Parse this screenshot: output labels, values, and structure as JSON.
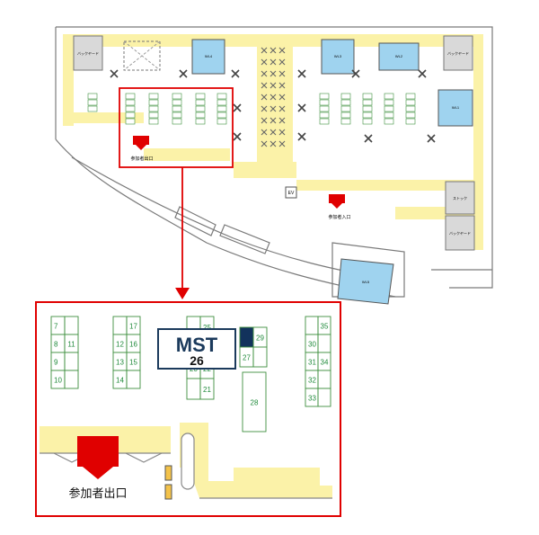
{
  "colors": {
    "corridor": "#fbf2a8",
    "booth_edge": "#3f8f3f",
    "booth_text": "#1f8a3a",
    "accent_red": "#e00000",
    "hall_blue": "#9fd3ef",
    "wall": "#7a7a7a",
    "mst_border": "#1b3a5c",
    "mst_text": "#1b3a5c",
    "booth_highlight": "#12325c"
  },
  "overview": {
    "rooms": [
      {
        "id": "room-top-left-gray",
        "label": "バックヤード"
      },
      {
        "id": "room-blue-1",
        "label": "WL4"
      },
      {
        "id": "room-blue-2",
        "label": "WL3"
      },
      {
        "id": "room-blue-3",
        "label": "WL2"
      },
      {
        "id": "room-top-right-gray",
        "label": "バックヤード"
      },
      {
        "id": "room-blue-4",
        "label": "WL1"
      },
      {
        "id": "room-right-gray-1",
        "label": "ストック"
      },
      {
        "id": "room-right-gray-2",
        "label": "バックヤード"
      },
      {
        "id": "room-bottom-blue",
        "label": "WL5"
      }
    ],
    "elevator_label": "EV",
    "exit_label": "参加者出口",
    "entrance_label": "参加者入口"
  },
  "detail": {
    "exit_label": "参加者出口",
    "mst": {
      "code": "MST",
      "number": "26"
    },
    "booth_groups": [
      {
        "id": "col-a",
        "rows": [
          [
            "7",
            ""
          ],
          [
            "8",
            "11"
          ],
          [
            "9",
            ""
          ],
          [
            "10",
            ""
          ]
        ]
      },
      {
        "id": "col-b",
        "rows": [
          [
            "",
            "17"
          ],
          [
            "12",
            "16"
          ],
          [
            "13",
            "15"
          ],
          [
            "14",
            ""
          ]
        ]
      },
      {
        "id": "col-c",
        "rows": [
          [
            "",
            "25"
          ],
          [
            "",
            ""
          ],
          [
            "20",
            "22"
          ],
          [
            "",
            "21"
          ]
        ]
      },
      {
        "id": "col-d",
        "rows": [
          [
            "",
            "29"
          ],
          [
            "27",
            ""
          ]
        ]
      },
      {
        "id": "col-e",
        "rows": [
          [
            "28"
          ]
        ]
      },
      {
        "id": "col-f",
        "rows": [
          [
            "",
            "35"
          ],
          [
            "30",
            ""
          ],
          [
            "31",
            "34"
          ],
          [
            "32",
            ""
          ],
          [
            "33",
            ""
          ]
        ]
      }
    ]
  }
}
